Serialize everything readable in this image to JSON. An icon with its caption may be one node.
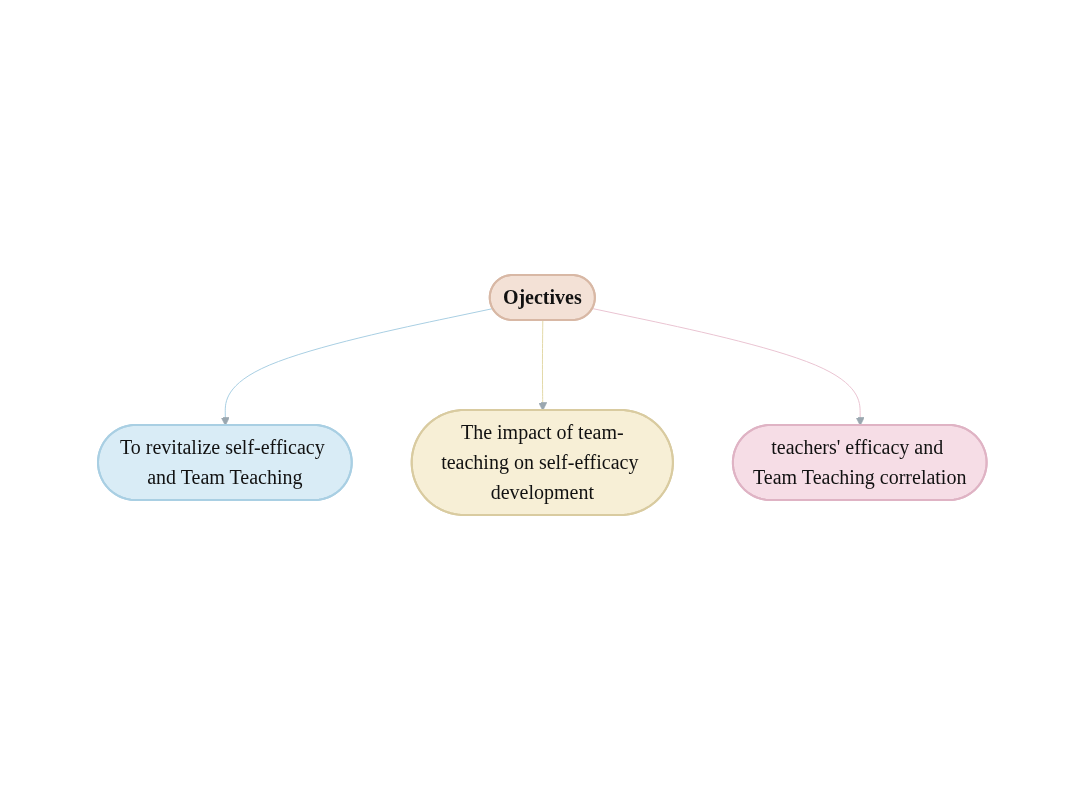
{
  "diagram": {
    "nodes": [
      {
        "text": [
          "Ojectives"
        ]
      },
      {
        "text": [
          "To revitalize self-efficacy and Team Teaching"
        ]
      },
      {
        "text": [
          "The impact of team-teaching on self-efficacy development"
        ]
      },
      {
        "text": [
          "teachers' efficacy and Team Teaching correlation"
        ]
      }
    ],
    "edges": [
      {
        "from": 0,
        "to": 1,
        "arrow": "to",
        "color": "#a9cfe3"
      },
      {
        "from": 0,
        "to": 2,
        "arrow": "to",
        "color": "#e3d9a8"
      },
      {
        "from": 0,
        "to": 3,
        "arrow": "to",
        "color": "#eac4d2"
      }
    ]
  }
}
